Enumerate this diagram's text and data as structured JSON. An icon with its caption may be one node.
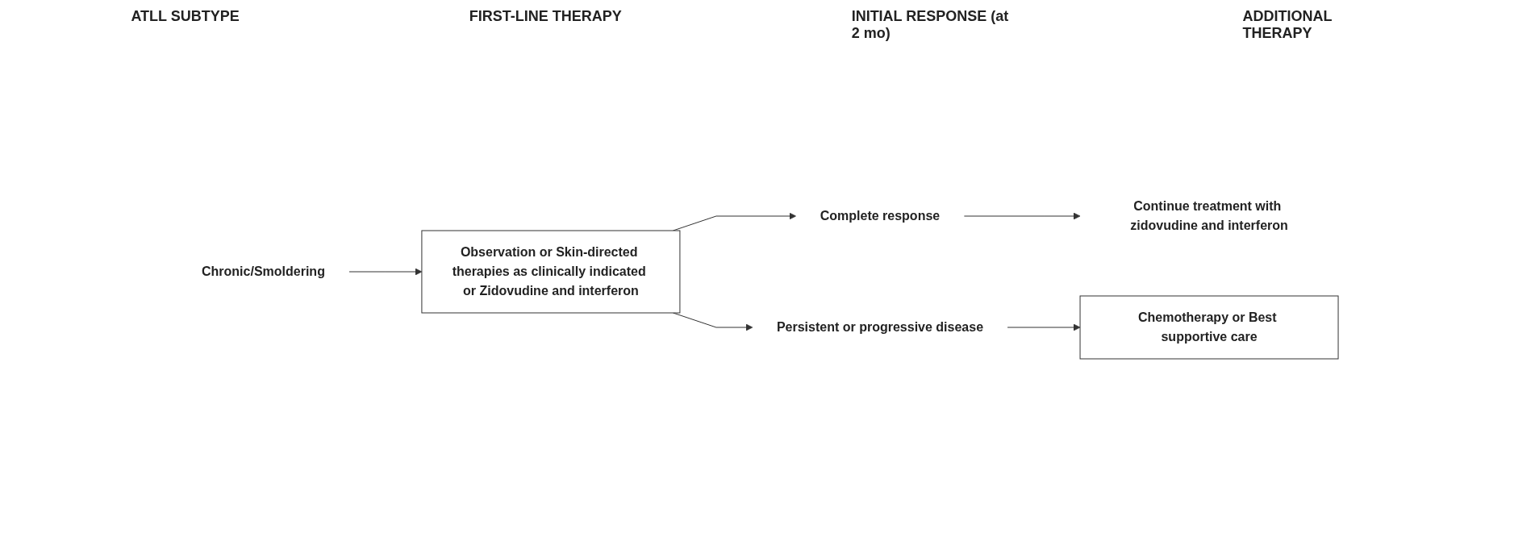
{
  "diagram": {
    "nodes": [
      {
        "text": [
          "Chronic/Smoldering"
        ]
      },
      {
        "text": [
          "Observation or Skin-directed therapies as clinically indicated or Zidovudine and interferon"
        ]
      },
      {
        "text": [
          "Complete response"
        ]
      },
      {
        "text": [
          "Persistent or progressive disease"
        ]
      },
      {
        "text": [
          "Continue treatment with zidovudine and interferon"
        ]
      },
      {
        "text": [
          "Chemotherapy or Best supportive care"
        ]
      }
    ],
    "edges": [
      {
        "from": 0,
        "to": 1,
        "arrow": "to"
      },
      {
        "from": 1,
        "to": 2,
        "arrow": "to"
      },
      {
        "from": 1,
        "to": 3,
        "arrow": "to"
      },
      {
        "from": 2,
        "to": 4,
        "arrow": "to"
      },
      {
        "from": 3,
        "to": 5,
        "arrow": "to"
      }
    ],
    "labels": [
      "ATLL SUBTYPE",
      "FIRST-LINE THERAPY",
      "INITIAL RESPONSE (at 2 mo)",
      "ADDITIONAL THERAPY"
    ]
  }
}
